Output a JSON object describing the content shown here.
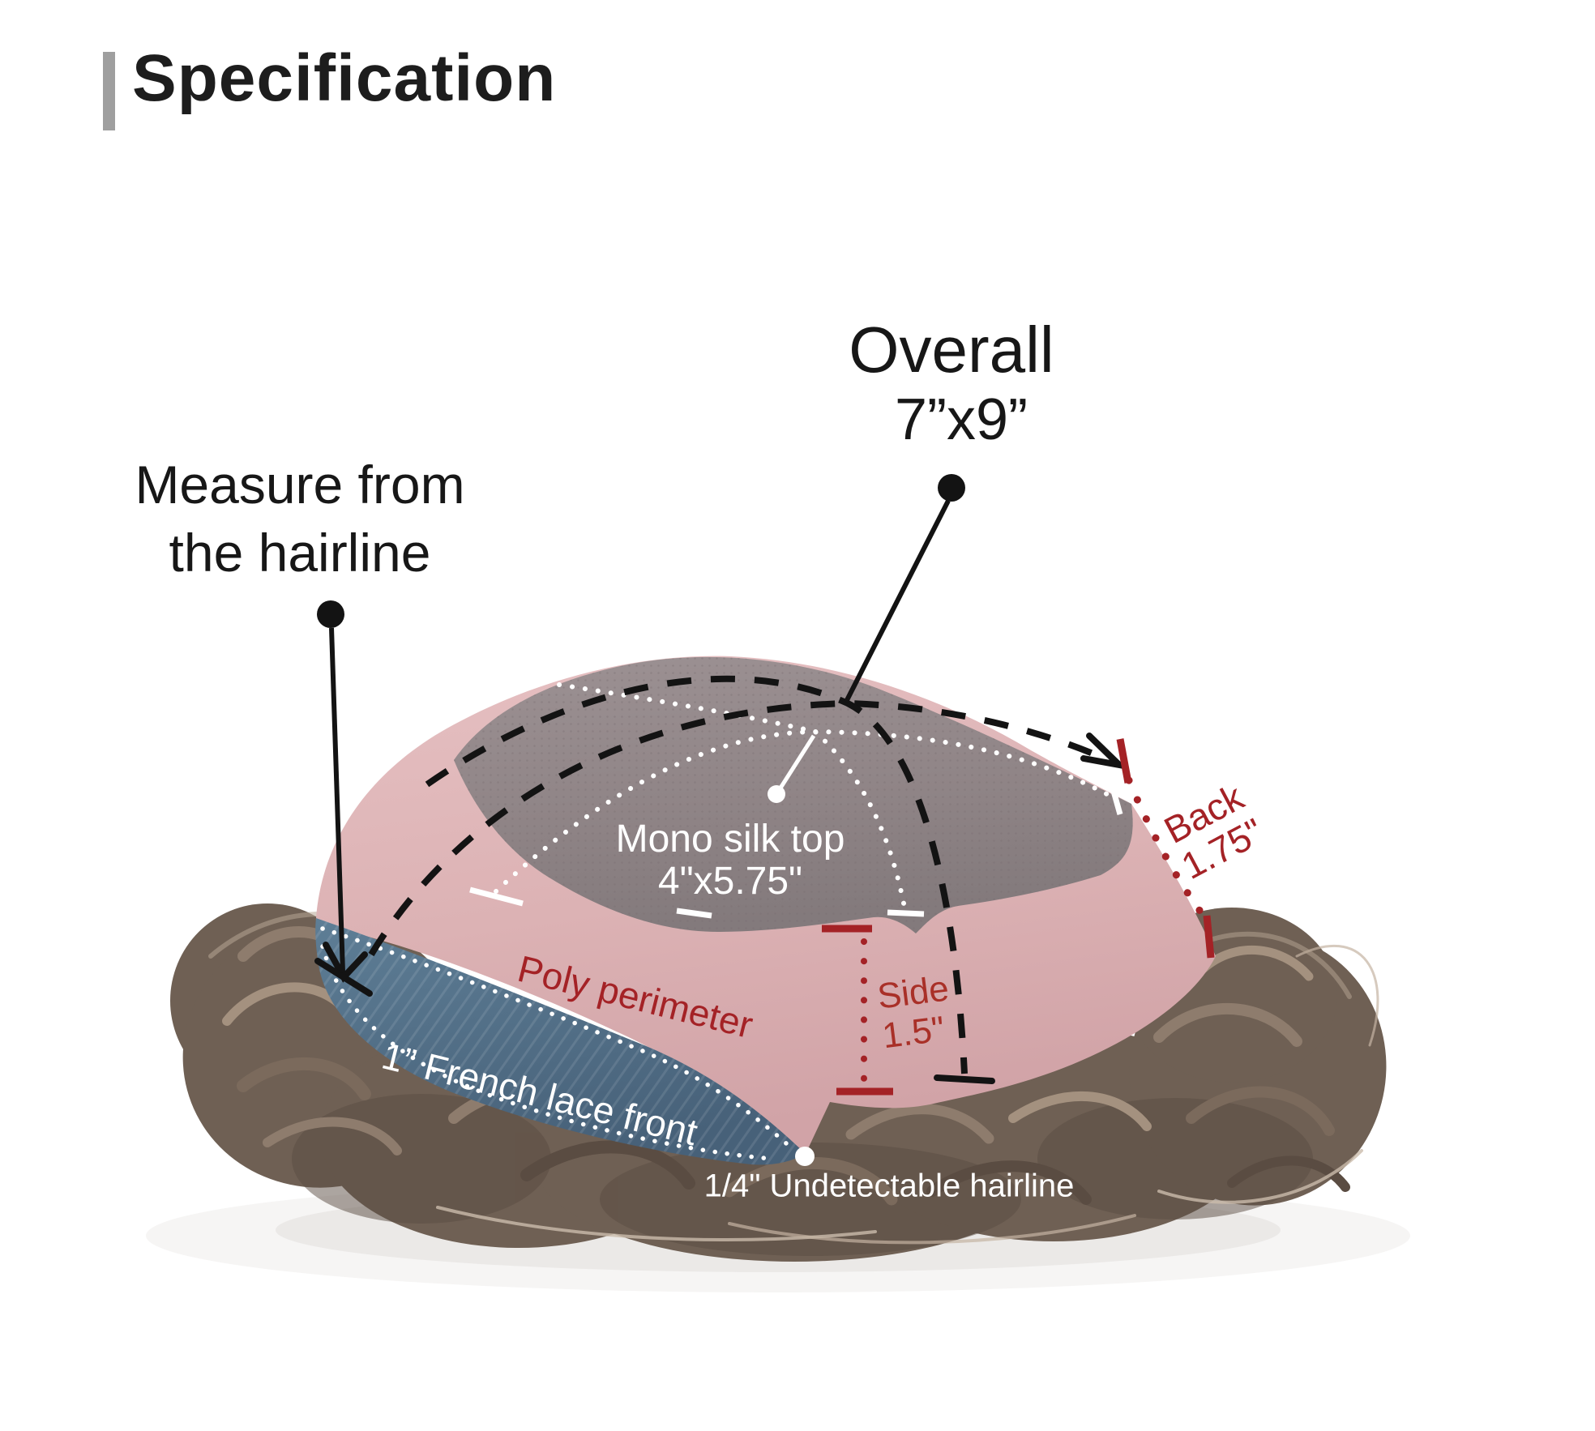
{
  "title": "Specification",
  "diagram": {
    "overall": {
      "label": "Overall",
      "value": "7”x9”"
    },
    "measure": {
      "line1": "Measure from",
      "line2": "the hairline"
    },
    "mono": {
      "label": "Mono silk top",
      "value": "4\"x5.75\""
    },
    "poly": {
      "label": "Poly perimeter"
    },
    "lace": {
      "label": "1” French lace front"
    },
    "side": {
      "label": "Side",
      "value": "1.5\""
    },
    "back": {
      "label": "Back",
      "value": "1.75\""
    },
    "hairline": {
      "label": "1/4\" Undetectable hairline"
    }
  },
  "colors": {
    "accent_red": "#a42226",
    "poly_pink": "#dcb2b4",
    "mono_gray": "#8f8486",
    "lace_blue": "#54748c",
    "title_bar_gray": "#9f9f9f",
    "hair_brown": "#6f6054",
    "label_dark": "#171717"
  }
}
